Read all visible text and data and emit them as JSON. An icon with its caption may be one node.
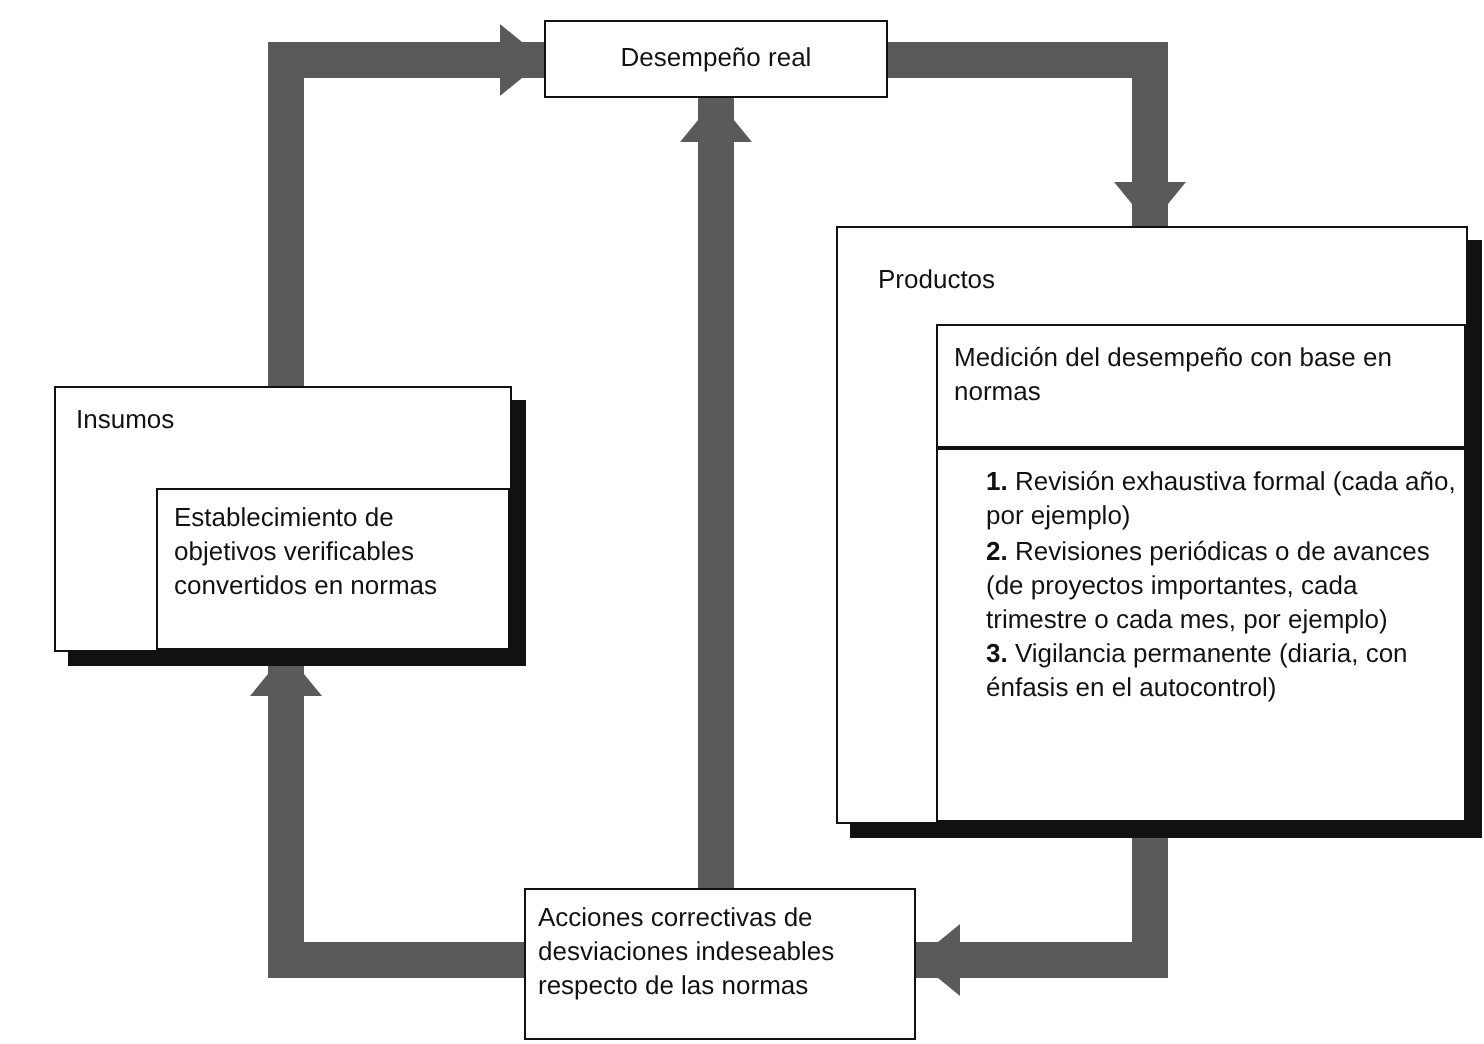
{
  "diagram": {
    "nodes": [
      {
        "text": [
          "Desempeño real"
        ]
      },
      {
        "text": [
          "Insumos"
        ]
      },
      {
        "text": [
          "Establecimiento de objetivos verificables convertidos en normas"
        ],
        "in": 1
      },
      {
        "text": [
          "Productos"
        ]
      },
      {
        "text": [
          "Medición del desempeño con base en normas"
        ],
        "in": 3
      },
      {
        "text": [
          "**1.** Revisión exhaustiva formal (cada año, por ejemplo)",
          "**2.** Revisiones periódicas o de avances (de proyectos importantes, cada trimestre o cada mes, por ejemplo)",
          "**3.** Vigilancia permanente (diaria, con énfasis en el autocontrol)"
        ],
        "in": 3
      },
      {
        "text": [
          "Acciones correctivas de desviaciones indeseables respecto de las normas"
        ]
      }
    ],
    "edges": [
      {
        "from": 1,
        "to": 0,
        "arrow": "to"
      },
      {
        "from": 0,
        "to": 3,
        "arrow": "to"
      },
      {
        "from": 3,
        "to": 6,
        "arrow": "to"
      },
      {
        "from": 6,
        "to": 1,
        "arrow": "to"
      },
      {
        "from": 6,
        "to": 0,
        "arrow": "to"
      }
    ]
  }
}
